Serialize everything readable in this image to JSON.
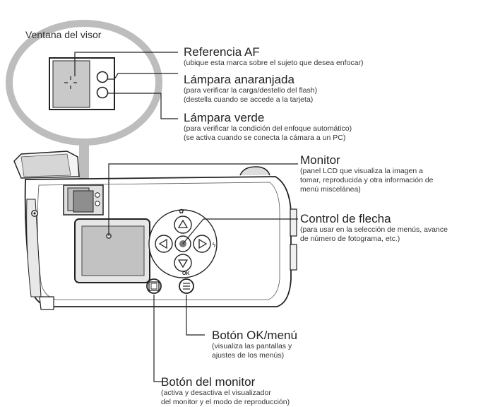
{
  "viewfinder": {
    "title": "Ventana del visor"
  },
  "callouts": {
    "af": {
      "title": "Referencia AF",
      "desc": [
        "(ubique esta marca sobre el sujeto que desea enfocar)"
      ]
    },
    "orange": {
      "title": "Lámpara anaranjada",
      "desc": [
        "(para verificar la carga/destello del flash)",
        "(destella cuando se accede a la tarjeta)"
      ]
    },
    "green": {
      "title": "Lámpara verde",
      "desc": [
        "(para verificar la condición del enfoque automático)",
        "(se activa cuando se conecta la cámara a un PC)"
      ]
    },
    "monitor": {
      "title": "Monitor",
      "desc": [
        "(panel LCD que visualiza la imagen a",
        "tomar, reproducida y otra información de",
        "menú misceláneа)"
      ]
    },
    "arrow": {
      "title": "Control de flecha",
      "desc": [
        "(para usar en la selección de menús, avance",
        "de número de fotograma, etc.)"
      ]
    },
    "ok": {
      "title": "Botón OK/menú",
      "desc": [
        "(visualiza las pantallas y",
        "ajustes de los menús)"
      ]
    },
    "monbtn": {
      "title": "Botón del monitor",
      "desc": [
        "(activa y desactiva el visualizador",
        "del monitor y el modo de reproducción)"
      ]
    }
  },
  "camera_marks": {
    "ok_mark": "OK"
  }
}
